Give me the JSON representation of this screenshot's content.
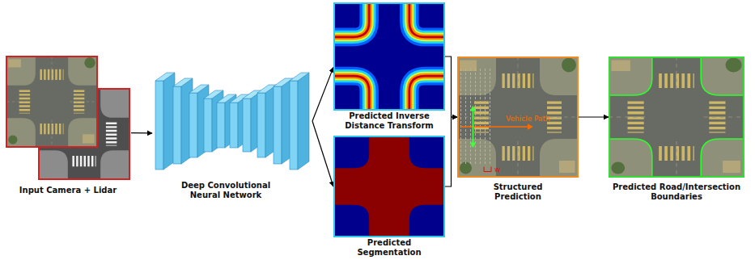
{
  "diagram": {
    "nodes": [
      {
        "text": [
          "Input Camera + Lidar"
        ]
      },
      {
        "text": [
          "Deep Convolutional Neural Network"
        ]
      },
      {
        "text": [
          "Predicted Inverse Distance Transform"
        ]
      },
      {
        "text": [
          "Predicted Segmentation"
        ]
      },
      {
        "text": [
          "Vehicle Path",
          "w",
          "Structured Prediction"
        ]
      },
      {
        "text": [
          "Predicted Road/Intersection Boundaries"
        ]
      }
    ],
    "edges": [
      {
        "from": 0,
        "to": 1,
        "arrow": "to"
      },
      {
        "from": 1,
        "to": 2,
        "arrow": "to"
      },
      {
        "from": 1,
        "to": 3,
        "arrow": "to"
      },
      {
        "from": 2,
        "to": 4,
        "arrow": "to"
      },
      {
        "from": 3,
        "to": 4,
        "arrow": "to"
      },
      {
        "from": 4,
        "to": 5,
        "arrow": "to"
      }
    ]
  }
}
